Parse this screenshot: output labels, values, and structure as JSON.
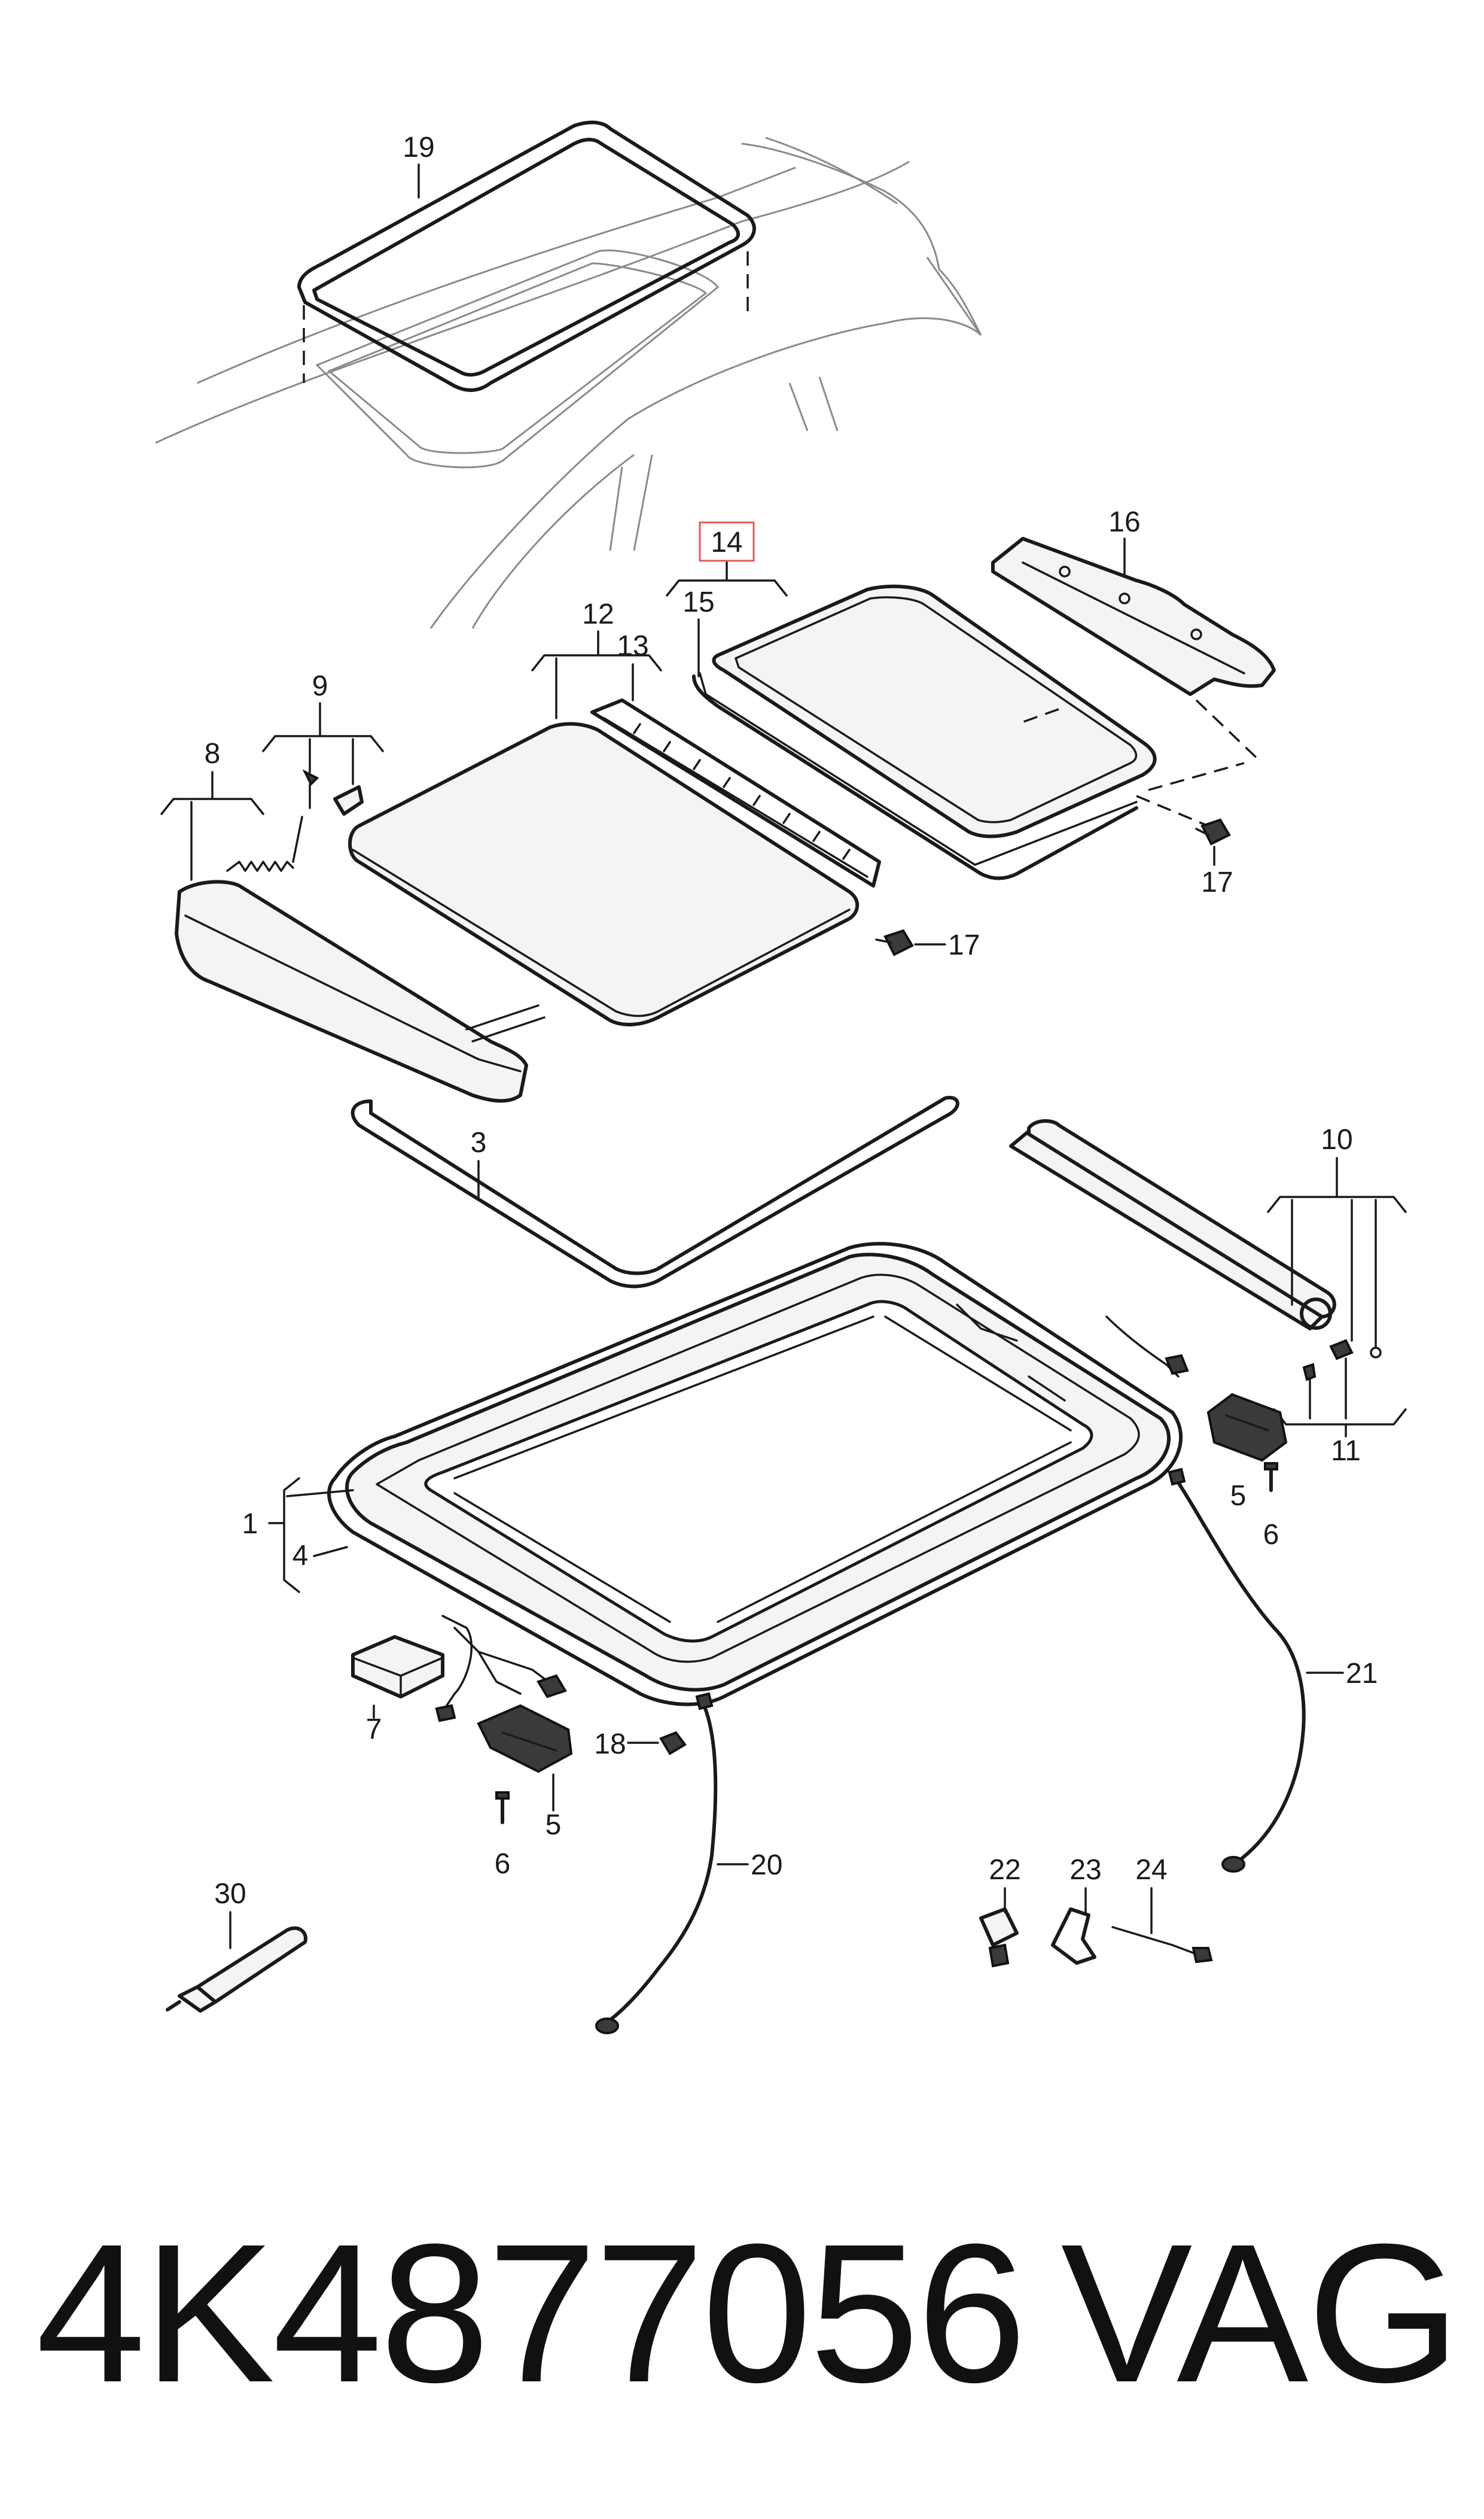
{
  "callouts": {
    "c1": "1",
    "c3": "3",
    "c4": "4",
    "c5a": "5",
    "c5b": "5",
    "c6a": "6",
    "c6b": "6",
    "c7": "7",
    "c8": "8",
    "c9": "9",
    "c10": "10",
    "c11": "11",
    "c12": "12",
    "c13": "13",
    "c14": "14",
    "c15": "15",
    "c16": "16",
    "c17a": "17",
    "c17b": "17",
    "c18": "18",
    "c19": "19",
    "c20": "20",
    "c21": "21",
    "c22": "22",
    "c23": "23",
    "c24": "24",
    "c30": "30"
  },
  "highlight_color": "#e05a5a",
  "footer": {
    "part_number": "4K4877056",
    "brand": "VAG"
  }
}
